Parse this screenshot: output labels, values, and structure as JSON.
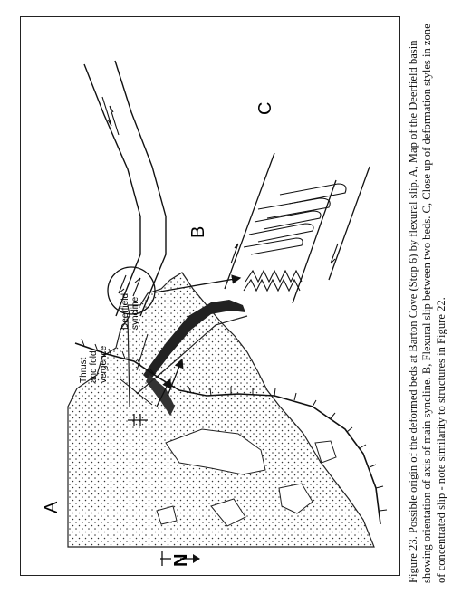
{
  "figure": {
    "panel_labels": {
      "a": "A",
      "b": "B",
      "c": "C"
    },
    "north_label": "N",
    "annotations": {
      "thrust_line1": "Thrust",
      "thrust_line2": "and fold",
      "thrust_line3": "vergence",
      "syncline_line1": "Deerfield",
      "syncline_line2": "syncline"
    }
  },
  "caption": {
    "line1": "Figure 23. Possible origin of the deformed beds at Barton Cove (Stop 6) by flexural slip. A, Map of the Deerfield basin",
    "line2": "showing orientation of axis of main syncline. B, Flexural slip between two beds. C, Close up of deformation styles in zone",
    "line3": "of concentrated slip - note similarity to structures in Figure 22."
  }
}
